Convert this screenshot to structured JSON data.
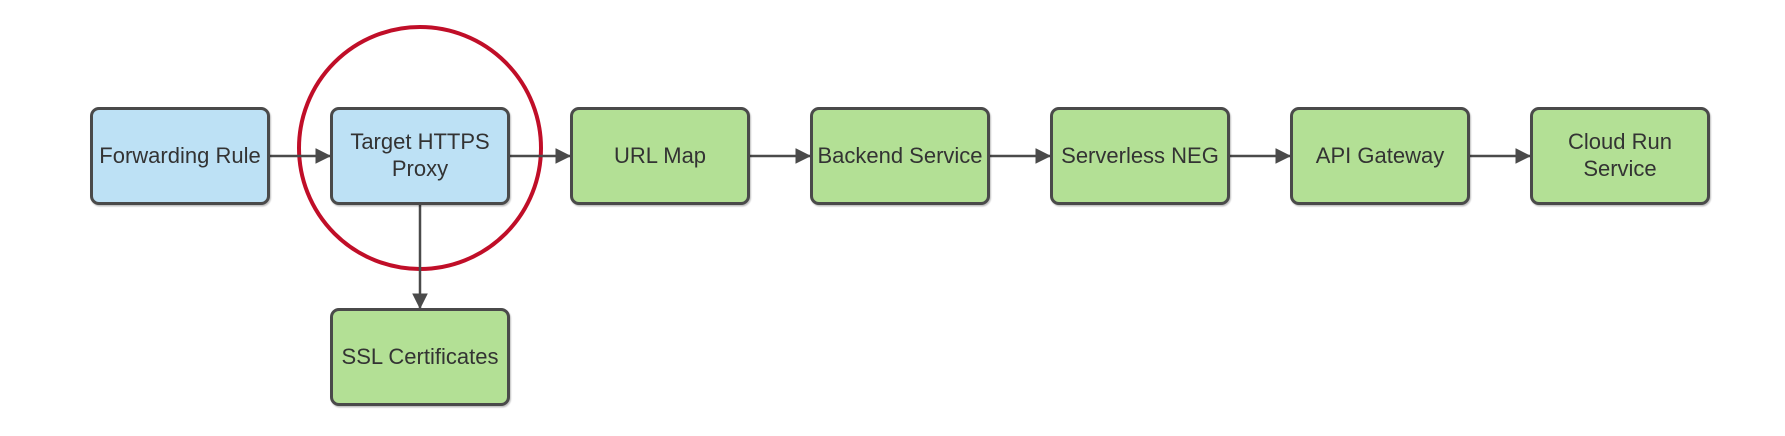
{
  "diagram": {
    "type": "flowchart",
    "background": "#ffffff",
    "colors": {
      "node_fill_blue": "#bde1f5",
      "node_fill_green": "#b3e095",
      "node_border": "#4a4a4a",
      "arrow": "#4a4a4a",
      "text": "#333333",
      "highlight_circle": "#c00e28"
    },
    "nodes": [
      {
        "id": "forwarding-rule",
        "label": "Forwarding Rule",
        "fill": "blue",
        "highlighted": false
      },
      {
        "id": "target-https-proxy",
        "label": "Target HTTPS\nProxy",
        "fill": "blue",
        "highlighted": true
      },
      {
        "id": "url-map",
        "label": "URL Map",
        "fill": "green",
        "highlighted": false
      },
      {
        "id": "backend-service",
        "label": "Backend Service",
        "fill": "green",
        "highlighted": false
      },
      {
        "id": "serverless-neg",
        "label": "Serverless NEG",
        "fill": "green",
        "highlighted": false
      },
      {
        "id": "api-gateway",
        "label": "API Gateway",
        "fill": "green",
        "highlighted": false
      },
      {
        "id": "cloud-run-service",
        "label": "Cloud Run\nService",
        "fill": "green",
        "highlighted": false
      },
      {
        "id": "ssl-certificates",
        "label": "SSL Certificates",
        "fill": "green",
        "highlighted": false
      }
    ],
    "edges": [
      {
        "from": "forwarding-rule",
        "to": "target-https-proxy",
        "direction": "right"
      },
      {
        "from": "target-https-proxy",
        "to": "url-map",
        "direction": "right"
      },
      {
        "from": "url-map",
        "to": "backend-service",
        "direction": "right"
      },
      {
        "from": "backend-service",
        "to": "serverless-neg",
        "direction": "right"
      },
      {
        "from": "serverless-neg",
        "to": "api-gateway",
        "direction": "right"
      },
      {
        "from": "api-gateway",
        "to": "cloud-run-service",
        "direction": "right"
      },
      {
        "from": "target-https-proxy",
        "to": "ssl-certificates",
        "direction": "down"
      }
    ],
    "annotations": [
      {
        "type": "circle",
        "target": "target-https-proxy"
      }
    ]
  }
}
